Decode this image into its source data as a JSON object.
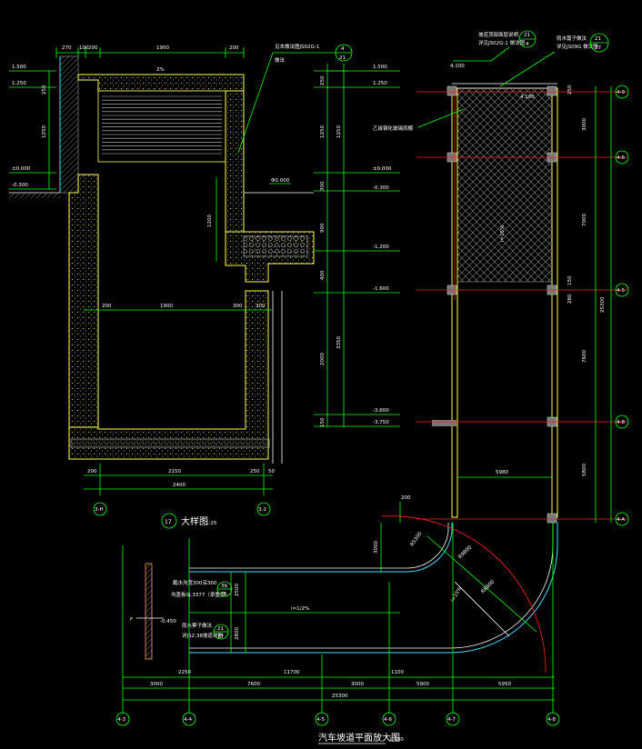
{
  "section": {
    "title_num": "17",
    "title": "大样图",
    "scale": "1:25",
    "callout_text1": "见本做法图JS02G-1",
    "callout_text2": "做法",
    "callout_num": "21",
    "callout_den": "4",
    "dims_top": [
      "270",
      "100",
      "200",
      "1900",
      "200"
    ],
    "slope": "2%",
    "levels_left": [
      "1.500",
      "1.250",
      "±0.000",
      "-0.300"
    ],
    "levels_right": [
      "1.500",
      "1.250",
      "±0.000",
      "-0.300",
      "-1.200",
      "-1.600",
      "-3.600",
      "-3.750"
    ],
    "vdims_left": [
      "250",
      "1250"
    ],
    "vdims_right": [
      "250",
      "1250",
      "300",
      "900",
      "400",
      "2000",
      "150",
      "3350",
      "1250"
    ],
    "dims_mid": [
      "200",
      "1900",
      "300",
      "300"
    ],
    "dim_1200": "1200",
    "dim_0200": "Φ0.000",
    "dims_bottom": [
      "200",
      "2150",
      "250",
      "50"
    ],
    "dim_total": "2400",
    "axis_left": "3-H",
    "axis_right": "3-2"
  },
  "plan": {
    "title": "汽车坡道平面放大图",
    "scale": "1:100",
    "note1": "坡道顶部面层说明",
    "note2": "详见JS02G-1 做法图",
    "note3": "雨水篦子做法",
    "note4": "详见JS09G 做法图",
    "note5": "乙级钢化玻璃雨棚",
    "callout_num": "21",
    "callout_den": "4",
    "callout2_num": "21",
    "callout2_den": "77",
    "level_top": "4.100",
    "level_top2": "4.100",
    "slope_label": "i=15%",
    "slope_label2": "i=1/2%",
    "slope_label3": "i=15%",
    "radius1": "R5300",
    "radius2": "R9800",
    "radius3": "R8800",
    "dim_200": "200",
    "dim_3000": "3000",
    "dim_5980": "5980",
    "dim_2500": "2500",
    "dim_2800": "2800",
    "level_low": "-0.450",
    "left_note1": "截水沟宽300深300",
    "left_note2": "沟盖板SJ.3377（承重型）",
    "left_note3": "雨水箅子做法",
    "left_note4": "详JS2.38坡道详图",
    "left_callout_num": "3b",
    "left_callout_den": "3",
    "left_callout2_num": "21",
    "left_callout2_den": "77",
    "bottom_dims": [
      "3000",
      "7600",
      "3000",
      "5900",
      "5950"
    ],
    "bottom_dims2": [
      "2250",
      "11700",
      "1100"
    ],
    "total_dim": "25300",
    "right_vdims": [
      "250",
      "3000",
      "7000",
      "150",
      "280",
      "7600",
      "5800"
    ],
    "right_total": "25300",
    "axes_bottom": [
      "4-3",
      "4-4",
      "4-5",
      "4-6",
      "4-7",
      "4-8"
    ],
    "axes_right": [
      "4-9",
      "4-6",
      "4-5",
      "4-8",
      "4-A"
    ],
    "mark_F": "F"
  },
  "colors": {
    "background": "#000000",
    "dim_lines": "#00ff00",
    "walls": "#ffff55",
    "axis": "#ff2020",
    "curb": "#40e0ff"
  }
}
